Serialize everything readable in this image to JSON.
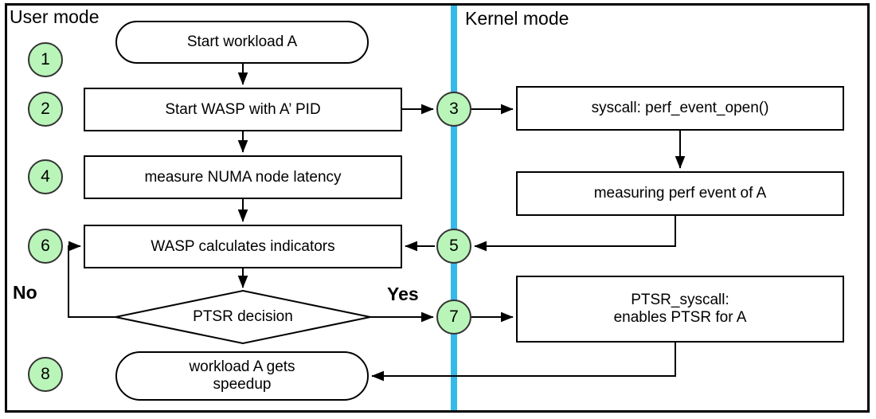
{
  "labels": {
    "user_mode": "User mode",
    "kernel_mode": "Kernel mode",
    "no": "No",
    "yes": "Yes"
  },
  "nodes": {
    "start": "Start workload A",
    "wasp_start": "Start WASP with A’ PID",
    "numa": "measure NUMA node latency",
    "wasp_calc": "WASP calculates indicators",
    "decision": "PTSR decision",
    "speedup": [
      "workload A gets",
      "speedup"
    ],
    "syscall": "syscall: perf_event_open()",
    "measuring": "measuring perf event of A",
    "ptsr": [
      "PTSR_syscall:",
      "enables PTSR for A"
    ]
  },
  "steps": [
    "1",
    "2",
    "3",
    "4",
    "5",
    "6",
    "7",
    "8"
  ],
  "colors": {
    "circle_fill": "#b9f5b9",
    "circle_border": "#333333",
    "divider_blue": "#35b8ea",
    "node_fill": "#ffffff",
    "node_border": "#000000",
    "outer_border": "#000000"
  }
}
